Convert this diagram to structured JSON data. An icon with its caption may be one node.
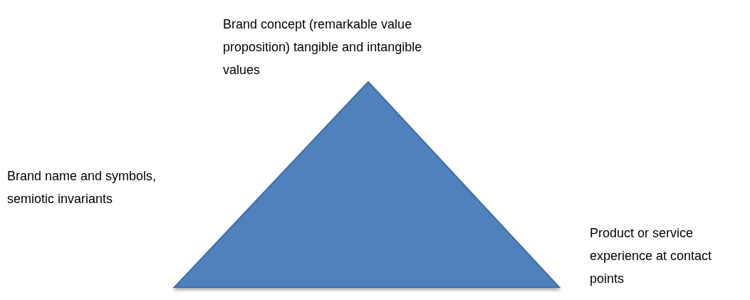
{
  "diagram": {
    "labels": [
      "Brand concept (remarkable value proposition) tangible and intangible values",
      "Brand name and symbols, semiotic invariants",
      "Product or service experience at contact points"
    ]
  }
}
